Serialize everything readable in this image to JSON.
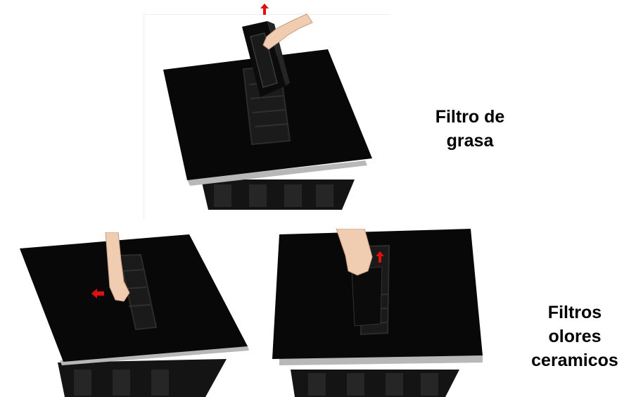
{
  "captions": {
    "grease_filter": [
      "Filtro de",
      "grasa"
    ],
    "odor_filters": [
      "Filtros",
      "olores",
      "ceramicos"
    ]
  },
  "colors": {
    "hob_surface": "#080808",
    "frame_metal": "#b8b8b8",
    "housing": "#141414",
    "arrow": "#e01010",
    "skin": "#f0cdb0"
  }
}
